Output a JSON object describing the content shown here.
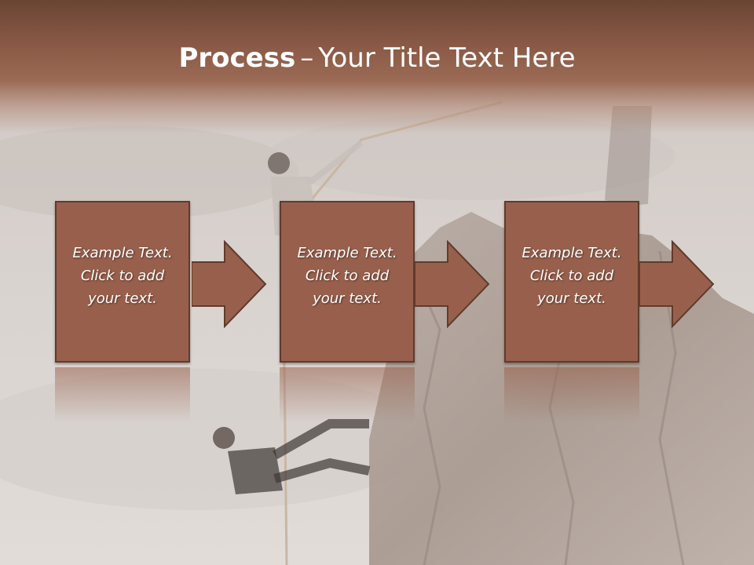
{
  "slide": {
    "title_bold": "Process",
    "title_sep": "–",
    "title_rest": "Your Title Text Here"
  },
  "steps": [
    {
      "line1": "Example Text.",
      "line2": "Click  to add",
      "line3": "your text."
    },
    {
      "line1": "Example Text.",
      "line2": "Click  to add",
      "line3": "your text."
    },
    {
      "line1": "Example Text.",
      "line2": "Click  to add",
      "line3": "your text."
    }
  ],
  "colors": {
    "title_band": "#8a5a46",
    "box_fill": "#98604c",
    "box_border": "#5e3b2d",
    "text": "#ffffff"
  },
  "icons": {
    "arrow": "right-arrow-icon"
  }
}
